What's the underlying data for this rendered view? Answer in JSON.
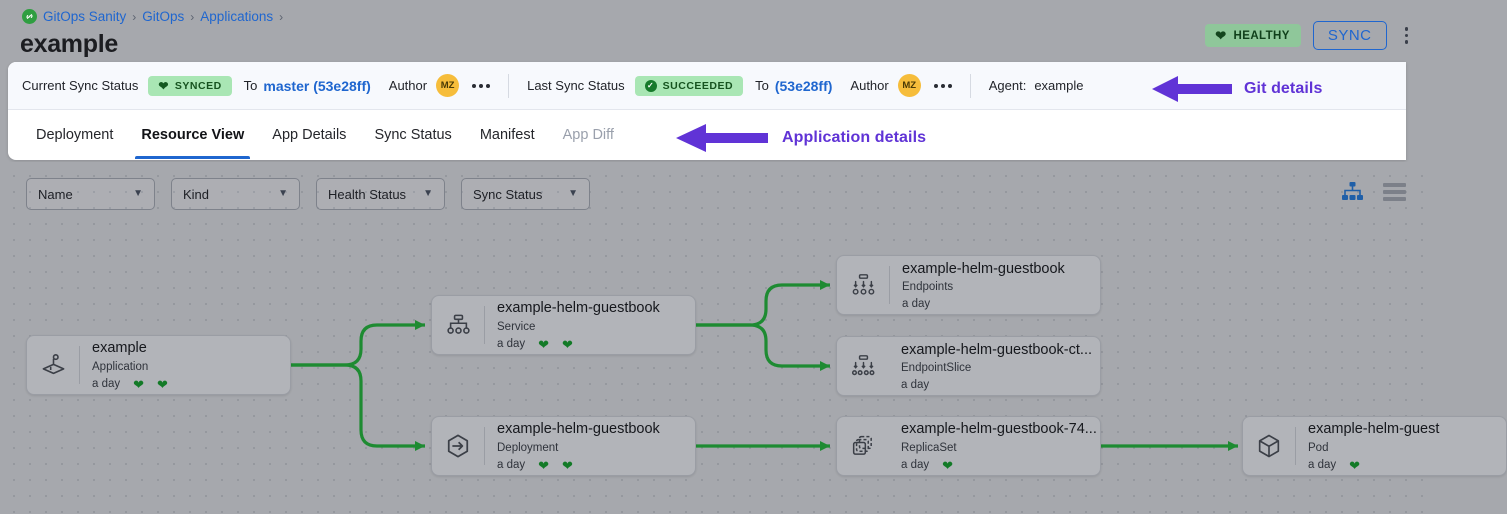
{
  "breadcrumb": {
    "logo_icon": "gitops-logo-icon",
    "items": [
      {
        "label": "GitOps Sanity"
      },
      {
        "label": "GitOps"
      },
      {
        "label": "Applications"
      }
    ],
    "separator": "›"
  },
  "header": {
    "title": "example",
    "health_badge": {
      "label": "HEALTHY",
      "icon": "heart-icon",
      "color": "#8fc79a"
    },
    "sync_button": {
      "label": "SYNC",
      "color": "#1f66cf"
    },
    "overflow_icon": "kebab-menu-icon"
  },
  "sync_bar": {
    "current": {
      "label": "Current Sync Status",
      "status": "SYNCED",
      "status_icon": "heart-icon",
      "to_label": "To",
      "revision": "master (53e28ff)",
      "author_label": "Author",
      "author_initials": "MZ",
      "overflow_icon": "ellipsis-icon"
    },
    "last": {
      "label": "Last Sync Status",
      "status": "SUCCEEDED",
      "status_icon": "check-circle-icon",
      "to_label": "To",
      "revision": "(53e28ff)",
      "author_label": "Author",
      "author_initials": "MZ",
      "overflow_icon": "ellipsis-icon"
    },
    "agent": {
      "label": "Agent:",
      "value": "example"
    }
  },
  "tabs": [
    {
      "label": "Deployment",
      "active": false,
      "disabled": false
    },
    {
      "label": "Resource View",
      "active": true,
      "disabled": false
    },
    {
      "label": "App Details",
      "active": false,
      "disabled": false
    },
    {
      "label": "Sync Status",
      "active": false,
      "disabled": false
    },
    {
      "label": "Manifest",
      "active": false,
      "disabled": false
    },
    {
      "label": "App Diff",
      "active": false,
      "disabled": true
    }
  ],
  "annotations": [
    {
      "id": "git-details",
      "text": "Git details",
      "color": "#6033d6",
      "direction": "left"
    },
    {
      "id": "application-details",
      "text": "Application details",
      "color": "#6033d6",
      "direction": "left"
    }
  ],
  "filters": [
    {
      "label": "Name",
      "icon": "chevron-down-icon"
    },
    {
      "label": "Kind",
      "icon": "chevron-down-icon"
    },
    {
      "label": "Health Status",
      "icon": "chevron-down-icon"
    },
    {
      "label": "Sync Status",
      "icon": "chevron-down-icon"
    }
  ],
  "view_toggles": [
    {
      "name": "tree-view-icon",
      "active": true,
      "color": "#1f5fa8"
    },
    {
      "name": "list-view-icon",
      "active": false,
      "color": "#7c8089"
    }
  ],
  "graph": {
    "edge_color": "#1e8b32",
    "nodes": [
      {
        "name": "example",
        "kind": "Application",
        "age": "a day",
        "icon": "application-icon",
        "hearts": 2
      },
      {
        "name": "example-helm-guestbook",
        "kind": "Service",
        "age": "a day",
        "icon": "service-icon",
        "hearts": 2
      },
      {
        "name": "example-helm-guestbook",
        "kind": "Deployment",
        "age": "a day",
        "icon": "deployment-icon",
        "hearts": 2
      },
      {
        "name": "example-helm-guestbook",
        "kind": "Endpoints",
        "age": "a day",
        "icon": "endpoints-icon",
        "hearts": 0
      },
      {
        "name": "example-helm-guestbook-ct...",
        "kind": "EndpointSlice",
        "age": "a day",
        "icon": "endpointslice-icon",
        "hearts": 0
      },
      {
        "name": "example-helm-guestbook-74...",
        "kind": "ReplicaSet",
        "age": "a day",
        "icon": "replicaset-icon",
        "hearts": 1
      },
      {
        "name": "example-helm-guest",
        "kind": "Pod",
        "age": "a day",
        "icon": "pod-icon",
        "hearts": 1
      }
    ]
  }
}
